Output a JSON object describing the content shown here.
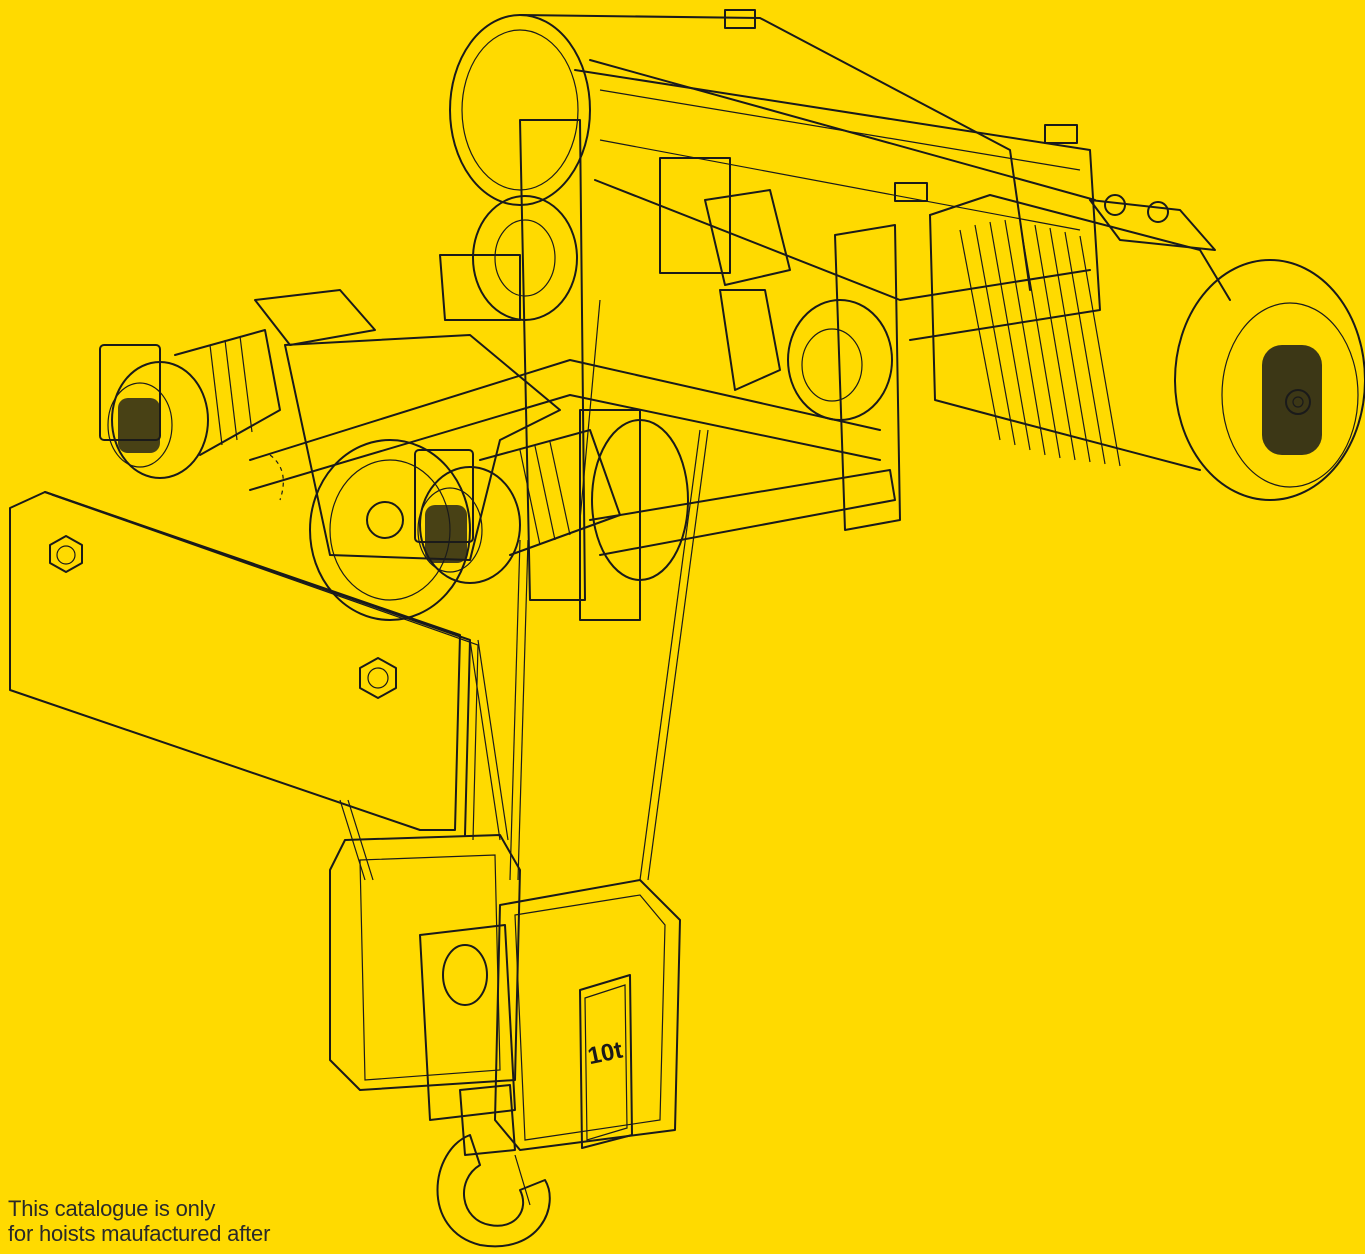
{
  "page": {
    "background_color": "#FFDA00",
    "line_color": "#1a1a1a"
  },
  "illustration": {
    "capacity_label": "10t"
  },
  "caption": {
    "line1": "This catalogue is only",
    "line2": "for hoists maufactured after"
  }
}
